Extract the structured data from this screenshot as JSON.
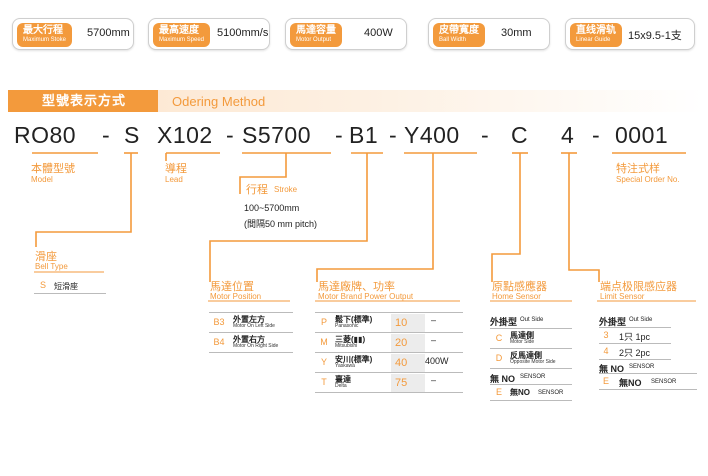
{
  "specs": [
    {
      "label_zh": "最大行程",
      "label_en": "Maximum Stoke",
      "value": "5700mm"
    },
    {
      "label_zh": "最高速度",
      "label_en": "Maximum Speed",
      "value": "5100mm/s"
    },
    {
      "label_zh": "馬達容量",
      "label_en": "Motor Output",
      "value": "400W"
    },
    {
      "label_zh": "皮帶寬度",
      "label_en": "Ball Width",
      "value": "30mm"
    },
    {
      "label_zh": "直线滑轨",
      "label_en": "Linear Guide",
      "value": "15x9.5-1支"
    }
  ],
  "header": {
    "title_zh": "型號表示方式",
    "title_en": "Odering Method"
  },
  "code": {
    "model": "RO80",
    "sep1": "-",
    "bell": "S",
    "lead": "X102",
    "sep2": "-",
    "stroke": "S5700",
    "sep3": "-",
    "brand": "B1",
    "sep4": "-",
    "output": "Y400",
    "sep5": "-",
    "home": "C",
    "limit": "4",
    "sep6": "-",
    "order": "0001"
  },
  "labels": {
    "model_zh": "本體型號",
    "model_en": "Model",
    "lead_zh": "導程",
    "lead_en": "Lead",
    "stroke_zh": "行程",
    "stroke_en": "Stroke",
    "stroke_range": "100~5700mm",
    "stroke_pitch": "(間隔50 mm pitch)",
    "special_zh": "特注式样",
    "special_en": "Special Order No.",
    "bell_zh": "滑座",
    "bell_en": "Bell Type",
    "motorpos_zh": "馬達位置",
    "motorpos_en": "Motor Position",
    "brand_zh": "馬達廠牌、功率",
    "brand_en": "Motor Brand Power Output",
    "home_zh": "原點感應器",
    "home_en": "Home Sensor",
    "limit_zh": "端点极限感应器",
    "limit_en": "Limit Sensor"
  },
  "bell_table": [
    {
      "code": "S",
      "name": "短滑座"
    }
  ],
  "motor_pos": [
    {
      "code": "B3",
      "name": "外置左方",
      "sub": "Motor On Left Side"
    },
    {
      "code": "B4",
      "name": "外置右方",
      "sub": "Motor On Right Side"
    }
  ],
  "brands": [
    {
      "code": "P",
      "name": "鬆下(標準)",
      "sub": "Panasonic",
      "power": "10",
      "watt": "–"
    },
    {
      "code": "M",
      "name": "三菱(▮▮)",
      "sub": "Mitsubishi",
      "power": "20",
      "watt": "–"
    },
    {
      "code": "Y",
      "name": "安川(標準)",
      "sub": "Yaskawa",
      "power": "40",
      "watt": "400W"
    },
    {
      "code": "T",
      "name": "臺達",
      "sub": "Delta",
      "power": "75",
      "watt": "–"
    }
  ],
  "home": {
    "outer": "外掛型",
    "outer_en": "Out Side",
    "rows": [
      {
        "code": "C",
        "name": "馬達側",
        "sub": "Motor Side"
      },
      {
        "code": "D",
        "name": "反馬達側",
        "sub": "Opposite Motor Side"
      }
    ],
    "none_label": "無 NO",
    "none_label_en": "SENSOR",
    "none_row": {
      "code": "E",
      "name": "無NO",
      "sub": "SENSOR"
    }
  },
  "limit": {
    "outer": "外掛型",
    "outer_en": "Out Side",
    "rows": [
      {
        "code": "3",
        "name": "1只 1pc"
      },
      {
        "code": "4",
        "name": "2只 2pc"
      }
    ],
    "none_label": "無 NO",
    "none_label_en": "SENSOR",
    "none_row": {
      "code": "E",
      "name": "無NO",
      "sub": "SENSOR"
    }
  },
  "colors": {
    "accent": "#f39a3c",
    "line": "#f39a3c",
    "text": "#222222"
  }
}
